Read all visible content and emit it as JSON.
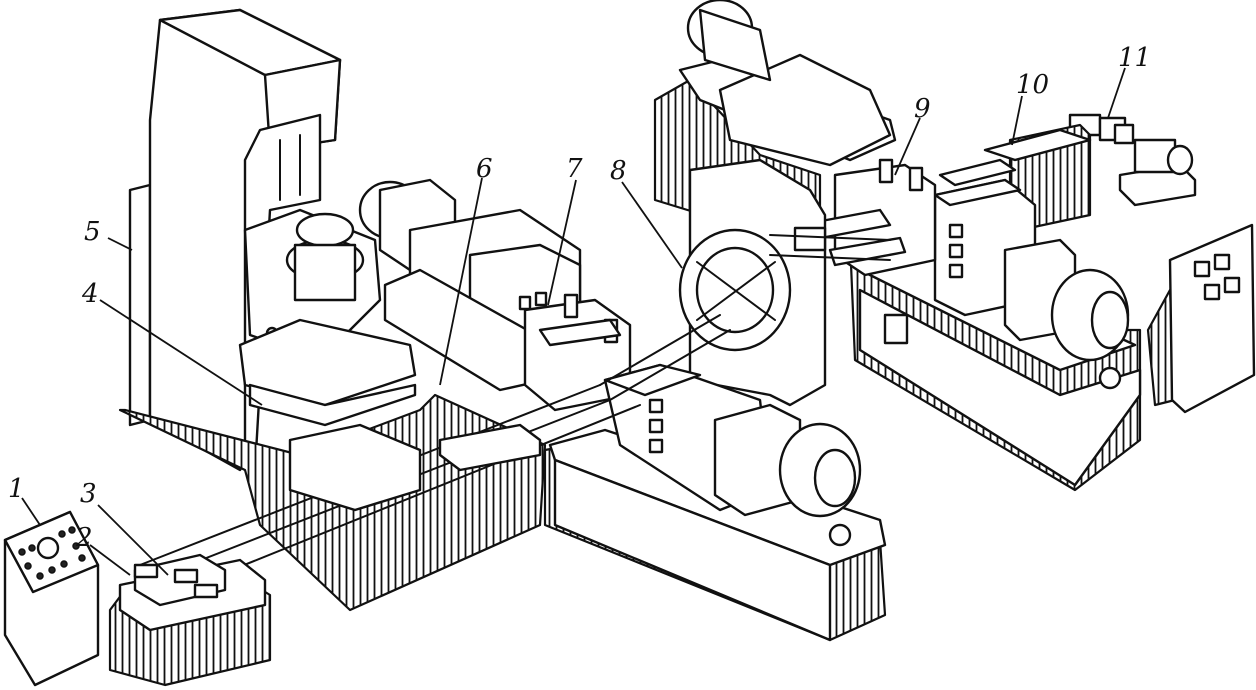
{
  "figure": {
    "callouts": [
      {
        "id": "1",
        "label": "1"
      },
      {
        "id": "2",
        "label": "2"
      },
      {
        "id": "3",
        "label": "3"
      },
      {
        "id": "4",
        "label": "4"
      },
      {
        "id": "5",
        "label": "5"
      },
      {
        "id": "6",
        "label": "6"
      },
      {
        "id": "7",
        "label": "7"
      },
      {
        "id": "8",
        "label": "8"
      },
      {
        "id": "9",
        "label": "9"
      },
      {
        "id": "10",
        "label": "10"
      },
      {
        "id": "11",
        "label": "11"
      }
    ]
  }
}
